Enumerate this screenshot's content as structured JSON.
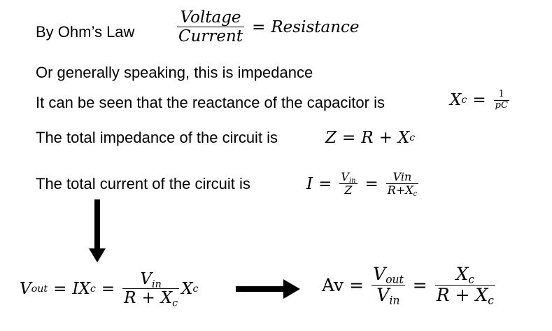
{
  "lines": {
    "ohms_law": "By Ohm’s Law",
    "impedance": "Or generally speaking, this is impedance",
    "reactance": "It can be seen that the reactance of the capacitor is",
    "total_impedance": "The total impedance of the circuit is",
    "total_current": "The total current of the circuit is"
  },
  "math": {
    "voltage": "Voltage",
    "current": "Current",
    "equals": "=",
    "resistance": "Resistance",
    "plus": "+",
    "one": "1",
    "pC": "pC",
    "X": "X",
    "c": "c",
    "Z": "Z",
    "R": "R",
    "I": "I",
    "V": "V",
    "in": "in",
    "out": "out",
    "Vin_plain": "Vin",
    "Av": "Av"
  },
  "colors": {
    "text": "#000000",
    "background": "#ffffff"
  },
  "icons": {
    "down_arrow": "arrow-down-icon",
    "right_arrow": "arrow-right-icon"
  }
}
